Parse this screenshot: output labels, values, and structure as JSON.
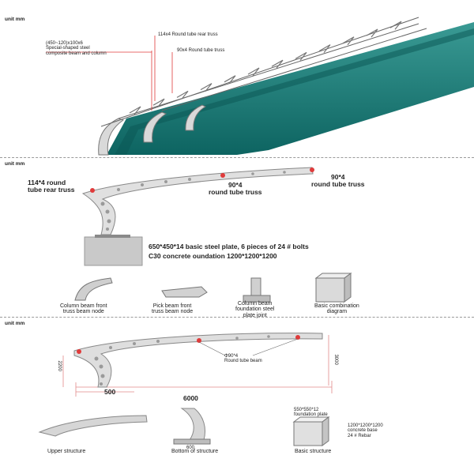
{
  "panel1": {
    "unit": "unit mm",
    "column_note": [
      "(450~120)x100x6",
      "Special-shaped steel",
      "composite beam and column"
    ],
    "rear_truss": "114x4 Round tube rear truss",
    "front_truss": "90x4 Round tube truss"
  },
  "panel2": {
    "unit": "unit mm",
    "rear_truss": [
      "114*4 round",
      "tube rear truss"
    ],
    "mid_truss": [
      "90*4",
      "round tube truss"
    ],
    "right_truss": [
      "90*4",
      "round tube truss"
    ],
    "plate_note": "650*450*14 basic steel plate, 6 pieces of 24 # bolts",
    "foundation_note": "C30 concrete  oundation  1200*1200*1200",
    "components": [
      {
        "caption": [
          "Column beam front",
          "truss beam node"
        ],
        "icon": "column-beam-node-icon"
      },
      {
        "caption": [
          "Pick beam front",
          "truss beam node"
        ],
        "icon": "pick-beam-node-icon"
      },
      {
        "caption": [
          "Column beam",
          "foundation steel",
          "plate joint"
        ],
        "icon": "foundation-plate-joint-icon"
      },
      {
        "caption": [
          "Basic combination",
          "diagram"
        ],
        "icon": "basic-combination-icon"
      }
    ]
  },
  "panel3": {
    "unit": "unit mm",
    "truss_label": [
      "Φ90*4",
      "Round tube beam"
    ],
    "height_left": "2200",
    "height_right": "3000",
    "dim_500": "500",
    "dim_6000": "6000",
    "details": [
      {
        "caption": "Upper structure"
      },
      {
        "caption": "Bottom of structure",
        "dim": "600"
      },
      {
        "caption": "Basic structure",
        "notes": [
          "1200*1200*1200",
          "concrete base",
          "24 # Rebar"
        ],
        "top_note": [
          "550*550*12",
          "foundation plate"
        ]
      }
    ]
  },
  "colors": {
    "steel": "#d7d7d7",
    "steel_dark": "#8f8f8f",
    "teal_top": "#2f8c87",
    "teal_bottom": "#0f6a66",
    "accent_red": "#e03b3b"
  }
}
